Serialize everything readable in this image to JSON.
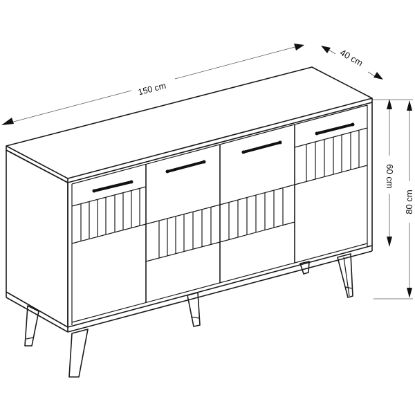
{
  "figure": {
    "type": "technical-dimension-drawing",
    "subject": "sideboard-cabinet",
    "line_color": "#1a1a1a",
    "background": "#ffffff"
  },
  "dimensions": {
    "width": {
      "value": "150",
      "unit": "cm",
      "label": "150 cm"
    },
    "depth": {
      "value": "40",
      "unit": "cm",
      "label": "40 cm"
    },
    "body_height": {
      "value": "60",
      "unit": "cm",
      "label": "60 cm"
    },
    "total_height": {
      "value": "80",
      "unit": "cm",
      "label": "80 cm"
    }
  },
  "cabinet": {
    "doors": [
      {
        "id": "door-1",
        "has_handle": true,
        "fluted_band": "upper"
      },
      {
        "id": "door-2",
        "has_handle": true,
        "fluted_band": "middle"
      },
      {
        "id": "door-3",
        "has_handle": true,
        "fluted_band": "middle"
      },
      {
        "id": "door-4",
        "has_handle": true,
        "fluted_band": "upper"
      }
    ],
    "legs": 4
  }
}
